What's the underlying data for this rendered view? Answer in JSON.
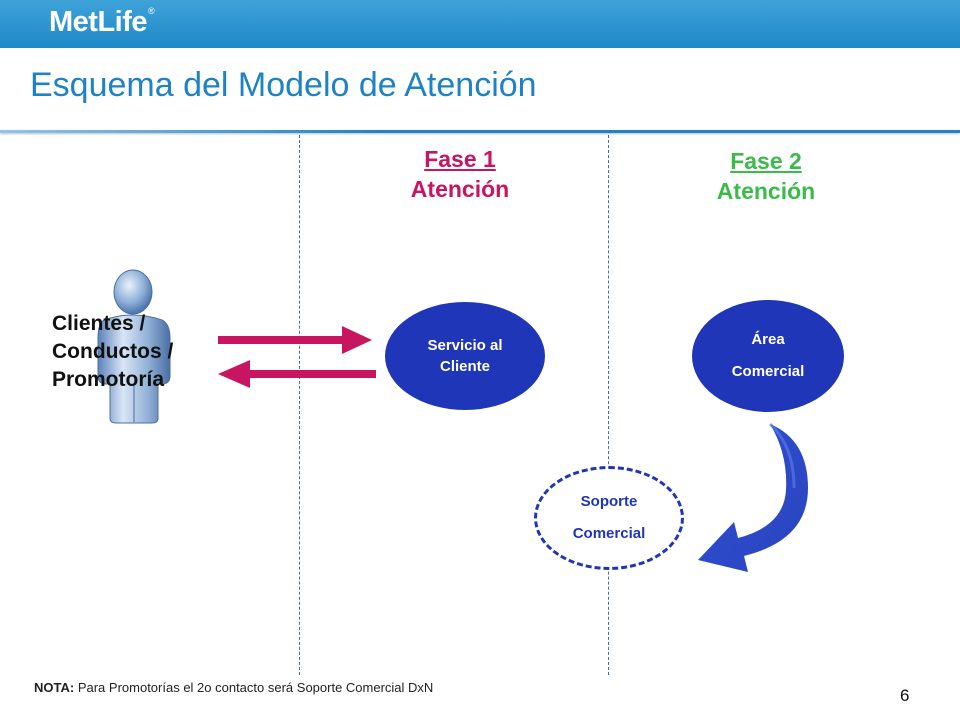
{
  "header": {
    "logo_text": "MetLife",
    "logo_mark": "®",
    "title": "Esquema del Modelo de Atención"
  },
  "phases": [
    {
      "title": "Fase 1",
      "subtitle": "Atención",
      "color": "#c7155f"
    },
    {
      "title": "Fase 2",
      "subtitle": "Atención",
      "color": "#3cba4a"
    }
  ],
  "actor": {
    "icon": "person-icon",
    "label": "Clientes /\nConductos /\nPromotoría"
  },
  "nodes": {
    "servicio": {
      "line1": "Servicio al",
      "line2": "Cliente"
    },
    "area": {
      "line1": "Área",
      "line2": "Comercial"
    },
    "soporte": {
      "line1": "Soporte",
      "line2": "Comercial"
    }
  },
  "footer": {
    "note_label": "NOTA:",
    "note_text": "Para Promotorías el 2o contacto será Soporte Comercial DxN",
    "page_number": "6"
  },
  "colors": {
    "brand_blue": "#1f82c4",
    "node_blue": "#1f36b8",
    "arrow_magenta": "#c7155f"
  }
}
